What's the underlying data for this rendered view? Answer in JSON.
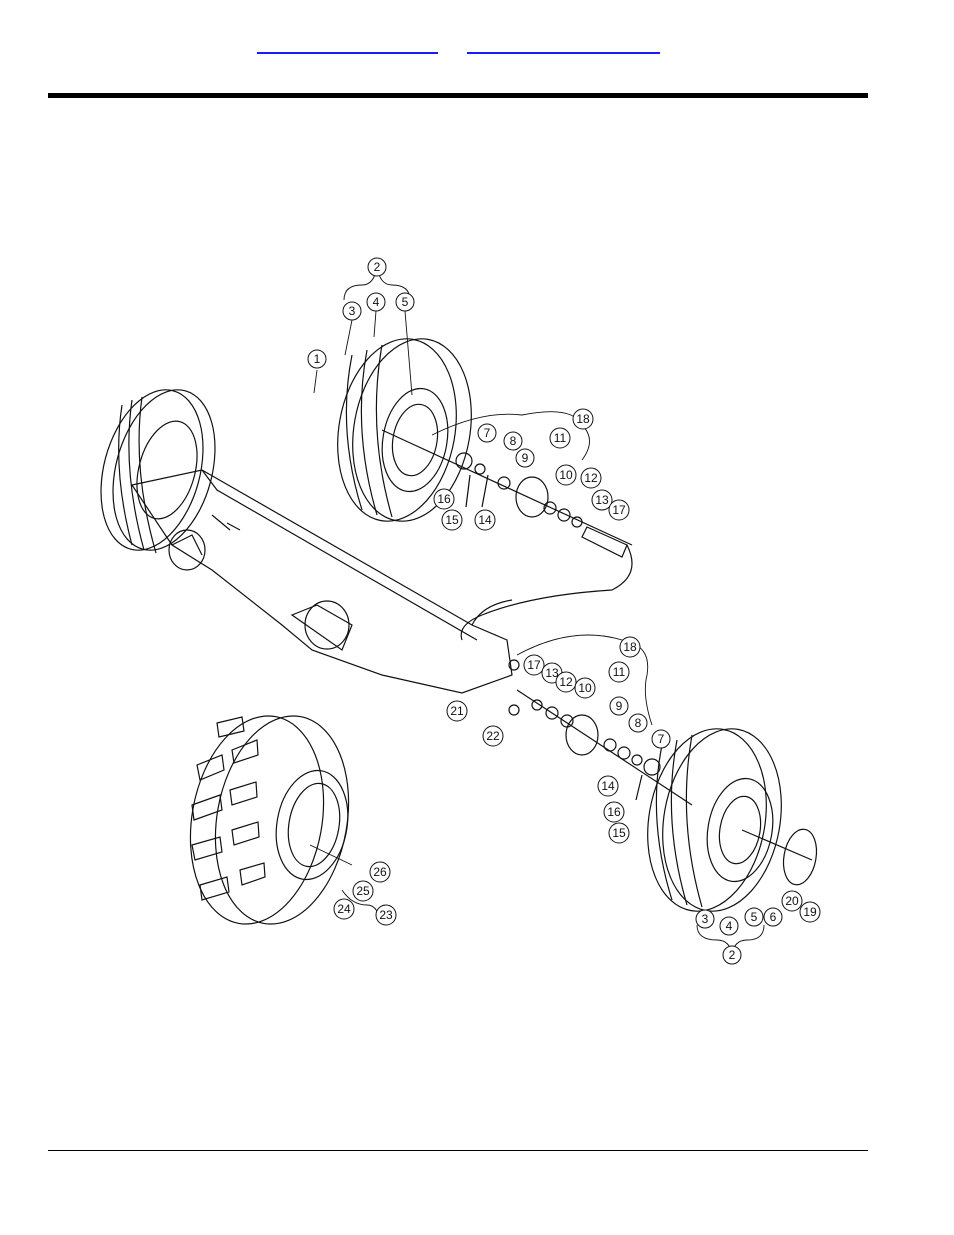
{
  "header": {
    "link_1": "",
    "link_2": ""
  },
  "diagram": {
    "callouts": [
      {
        "id": "c2-top",
        "label": "2"
      },
      {
        "id": "c3-top",
        "label": "3"
      },
      {
        "id": "c4-top",
        "label": "4"
      },
      {
        "id": "c5-top",
        "label": "5"
      },
      {
        "id": "c1",
        "label": "1"
      },
      {
        "id": "c18-top",
        "label": "18"
      },
      {
        "id": "c7-top",
        "label": "7"
      },
      {
        "id": "c8-top",
        "label": "8"
      },
      {
        "id": "c9-top",
        "label": "9"
      },
      {
        "id": "c11-top",
        "label": "11"
      },
      {
        "id": "c10-top",
        "label": "10"
      },
      {
        "id": "c12-top",
        "label": "12"
      },
      {
        "id": "c13-top",
        "label": "13"
      },
      {
        "id": "c17-top",
        "label": "17"
      },
      {
        "id": "c16-top",
        "label": "16"
      },
      {
        "id": "c15-top",
        "label": "15"
      },
      {
        "id": "c14-top",
        "label": "14"
      },
      {
        "id": "c18-bot",
        "label": "18"
      },
      {
        "id": "c17-bot",
        "label": "17"
      },
      {
        "id": "c13-bot",
        "label": "13"
      },
      {
        "id": "c12-bot",
        "label": "12"
      },
      {
        "id": "c10-bot",
        "label": "10"
      },
      {
        "id": "c11-bot",
        "label": "11"
      },
      {
        "id": "c9-bot",
        "label": "9"
      },
      {
        "id": "c8-bot",
        "label": "8"
      },
      {
        "id": "c7-bot",
        "label": "7"
      },
      {
        "id": "c14-bot",
        "label": "14"
      },
      {
        "id": "c16-bot",
        "label": "16"
      },
      {
        "id": "c15-bot",
        "label": "15"
      },
      {
        "id": "c21",
        "label": "21"
      },
      {
        "id": "c22",
        "label": "22"
      },
      {
        "id": "c26",
        "label": "26"
      },
      {
        "id": "c25",
        "label": "25"
      },
      {
        "id": "c24",
        "label": "24"
      },
      {
        "id": "c23",
        "label": "23"
      },
      {
        "id": "c3-bot",
        "label": "3"
      },
      {
        "id": "c4-bot",
        "label": "4"
      },
      {
        "id": "c5-bot",
        "label": "5"
      },
      {
        "id": "c6",
        "label": "6"
      },
      {
        "id": "c20",
        "label": "20"
      },
      {
        "id": "c19",
        "label": "19"
      },
      {
        "id": "c2-bot",
        "label": "2"
      }
    ]
  }
}
